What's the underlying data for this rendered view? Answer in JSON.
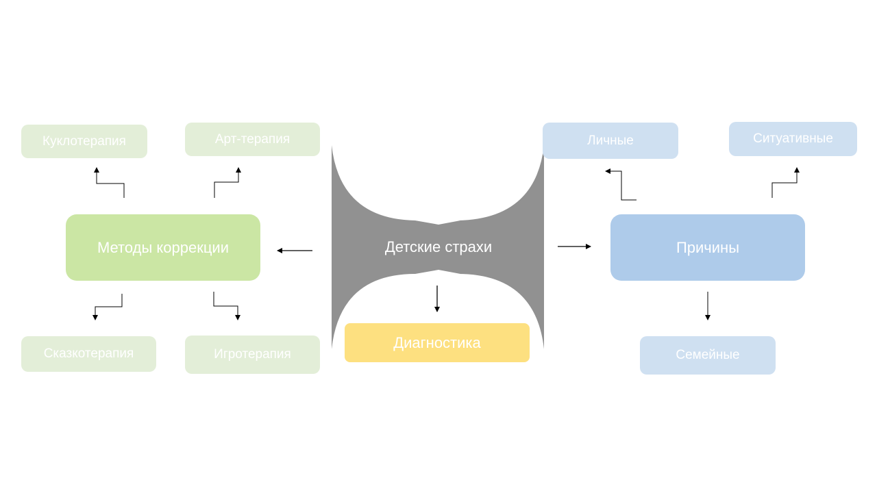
{
  "diagram": {
    "center": {
      "label": "Детские страхи"
    },
    "methods": {
      "label": "Методы коррекции",
      "children": {
        "puppet": "Куклотерапия",
        "art": "Арт-терапия",
        "fairy": "Сказкотерапия",
        "game": "Игротерапия"
      }
    },
    "causes": {
      "label": "Причины",
      "children": {
        "personal": "Личные",
        "situational": "Ситуативные",
        "family": "Семейные"
      }
    },
    "diagnostics": {
      "label": "Диагностика"
    }
  },
  "colors": {
    "center_shape": "#919191",
    "methods_main": "#cbe6a4",
    "methods_light": "#e3eed8",
    "causes_main": "#aecbea",
    "causes_light": "#cfe0f1",
    "diagnostics": "#fde080",
    "arrow": "#000000"
  }
}
